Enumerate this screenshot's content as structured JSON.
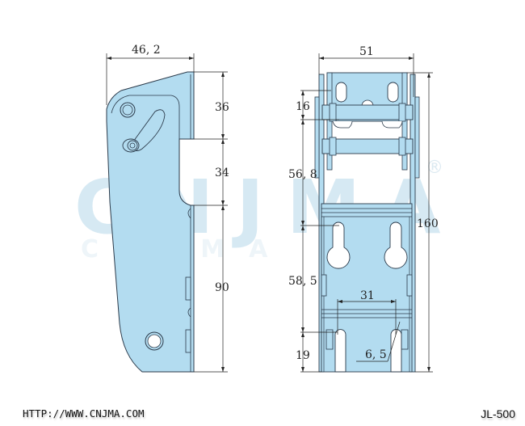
{
  "watermark": {
    "brand": "CNJMA",
    "registered_mark": "®"
  },
  "colors": {
    "part_fill": "#b3dcf0",
    "part_fill_dark": "#9fcde6",
    "outline": "#2b3a4a",
    "dimension_line": "#222222",
    "watermark": "#d6e9f3"
  },
  "side_view": {
    "label": "side-view",
    "dimensions": {
      "overall_width": "46, 2",
      "upper_segment": "36",
      "middle_segment": "34",
      "lower_segment": "90"
    }
  },
  "front_view": {
    "label": "front-view",
    "dimensions": {
      "overall_width": "51",
      "overall_height": "160",
      "top_offset": "16",
      "upper_span": "56, 8",
      "middle_span": "58, 5",
      "bottom_span": "19",
      "slot_spacing": "31",
      "slot_radius": "6, 5"
    }
  },
  "footer": {
    "website": "HTTP://WWW.CNJMA.COM",
    "model": "JL-500"
  }
}
